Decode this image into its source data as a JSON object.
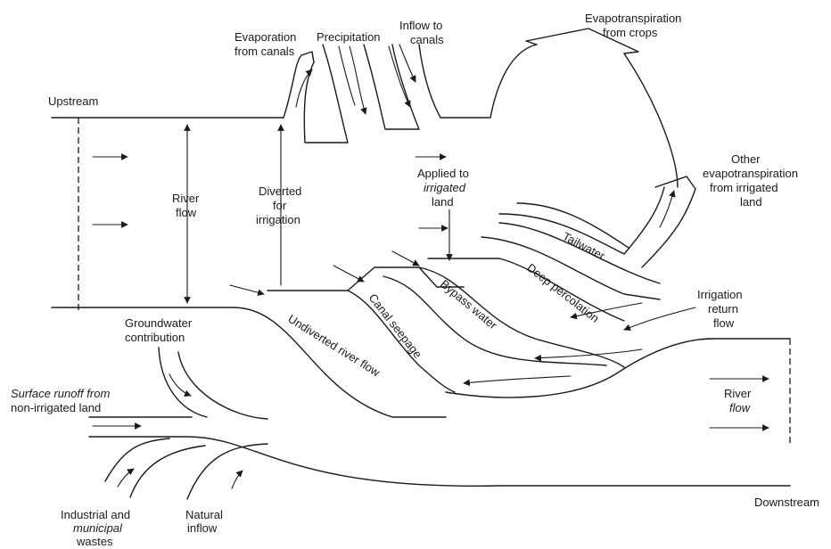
{
  "diagram": {
    "labels": {
      "upstream": "Upstream",
      "downstream": "Downstream",
      "evaporation_canals_1": "Evaporation",
      "evaporation_canals_2": "from canals",
      "precipitation": "Precipitation",
      "inflow_canals_1": "Inflow to",
      "inflow_canals_2": "canals",
      "et_crops_1": "Evapotranspiration",
      "et_crops_2": "from crops",
      "other_et_1": "Other",
      "other_et_2": "evapotranspiration",
      "other_et_3": "from irrigated",
      "other_et_4": "land",
      "river_flow_1": "River",
      "river_flow_2": "flow",
      "diverted_1": "Diverted",
      "diverted_2": "for",
      "diverted_3": "irrigation",
      "applied_1": "Applied to",
      "applied_2": "irrigated",
      "applied_3": "land",
      "tailwater": "Tailwater",
      "deep_percolation": "Deep percolation",
      "bypass_water": "Bypass water",
      "canal_seepage": "Canal seepage",
      "undiverted_river_flow": "Undiverted river flow",
      "irrigation_return_1": "Irrigation",
      "irrigation_return_2": "return",
      "irrigation_return_3": "flow",
      "groundwater_1": "Groundwater",
      "groundwater_2": "contribution",
      "surface_runoff_1": "Surface runoff from",
      "surface_runoff_2": "non-irrigated land",
      "river_flow_down_1": "River",
      "river_flow_down_2": "flow",
      "industrial_1": "Industrial and",
      "industrial_2": "municipal",
      "industrial_3": "wastes",
      "natural_1": "Natural",
      "natural_2": "inflow"
    },
    "colors": {
      "line": "#1a1a1a",
      "background": "#ffffff"
    }
  }
}
